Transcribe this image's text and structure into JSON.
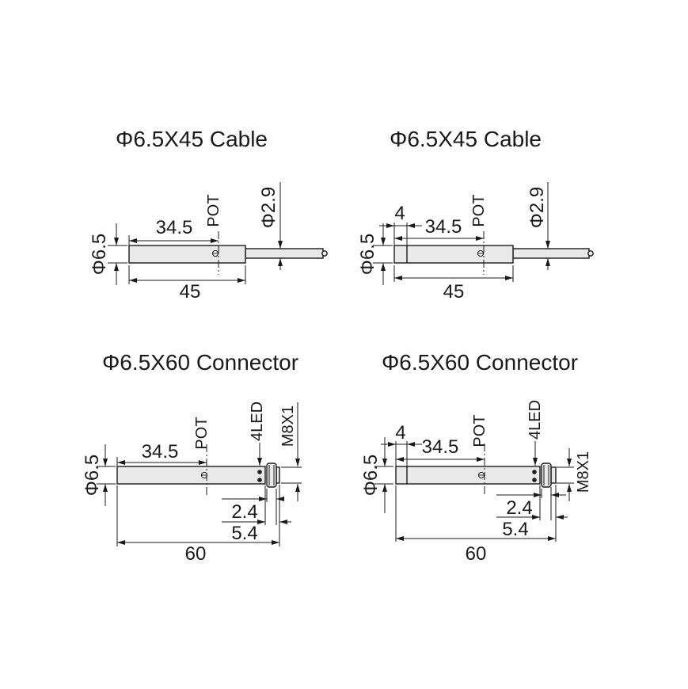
{
  "colors": {
    "line": "#1a1a1a",
    "part_fill": "#e9e9e9",
    "background": "#ffffff"
  },
  "drawings": {
    "top_left": {
      "title": "Φ6.5X45 Cable",
      "diameter": "Φ6.5",
      "pot_offset": "34.5",
      "pot_label": "POT",
      "cable_diameter": "Φ2.9",
      "body_length": "45"
    },
    "top_right": {
      "title": "Φ6.5X45 Cable",
      "face_width": "4",
      "diameter": "Φ6.5",
      "pot_offset": "34.5",
      "pot_label": "POT",
      "cable_diameter": "Φ2.9",
      "body_length": "45"
    },
    "bottom_left": {
      "title": "Φ6.5X60 Connector",
      "diameter": "Φ6.5",
      "pot_offset": "34.5",
      "pot_label": "POT",
      "led_label": "4LED",
      "thread_label": "M8X1",
      "ring_width": "2.4",
      "connector_length": "5.4",
      "body_length": "60"
    },
    "bottom_right": {
      "title": "Φ6.5X60 Connector",
      "face_width": "4",
      "diameter": "Φ6.5",
      "pot_offset": "34.5",
      "pot_label": "POT",
      "led_label": "4LED",
      "thread_label": "M8X1",
      "ring_width": "2.4",
      "connector_length": "5.4",
      "body_length": "60"
    }
  }
}
